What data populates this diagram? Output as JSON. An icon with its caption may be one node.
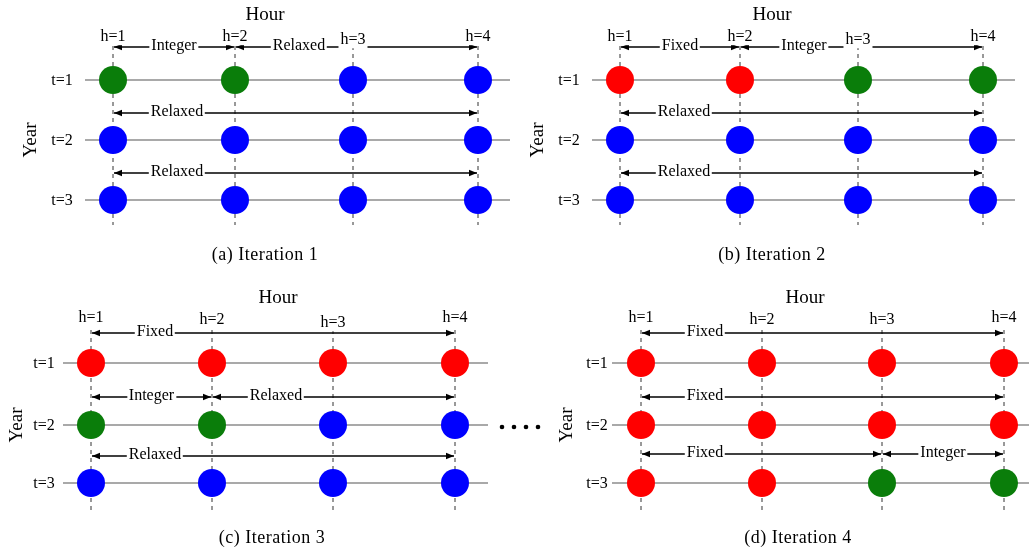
{
  "diagram": {
    "labels": [
      "Hour",
      "h=1",
      "h=2",
      "h=3",
      "h=4",
      "Integer",
      "Relaxed",
      "Relaxed",
      "Relaxed",
      "t=1",
      "t=2",
      "t=3",
      "Year",
      "(a) Iteration 1",
      "Hour",
      "h=1",
      "h=2",
      "h=3",
      "h=4",
      "Fixed",
      "Integer",
      "Relaxed",
      "Relaxed",
      "t=1",
      "t=2",
      "t=3",
      "Year",
      "(b) Iteration 2",
      "Hour",
      "h=1",
      "h=2",
      "h=3",
      "h=4",
      "Fixed",
      "Integer",
      "Relaxed",
      "Relaxed",
      "t=1",
      "t=2",
      "t=3",
      "Year",
      "(c) Iteration 3",
      "Hour",
      "h=1",
      "h=2",
      "h=3",
      "h=4",
      "Fixed",
      "Fixed",
      "Fixed",
      "Integer",
      "t=1",
      "t=2",
      "t=3",
      "Year",
      "(d) Iteration 4"
    ]
  }
}
